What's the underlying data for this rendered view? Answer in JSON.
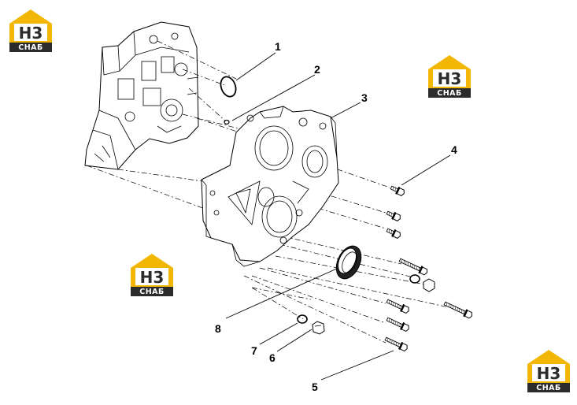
{
  "watermark": {
    "big": "H3",
    "small": "СНАБ",
    "color_primary": "#f2b705",
    "color_dark": "#2b2b2b"
  },
  "callouts": [
    {
      "id": "c1",
      "label": "1"
    },
    {
      "id": "c2",
      "label": "2"
    },
    {
      "id": "c3",
      "label": "3"
    },
    {
      "id": "c4",
      "label": "4"
    },
    {
      "id": "c5",
      "label": "5"
    },
    {
      "id": "c6",
      "label": "6"
    },
    {
      "id": "c7",
      "label": "7"
    },
    {
      "id": "c8",
      "label": "8"
    }
  ]
}
